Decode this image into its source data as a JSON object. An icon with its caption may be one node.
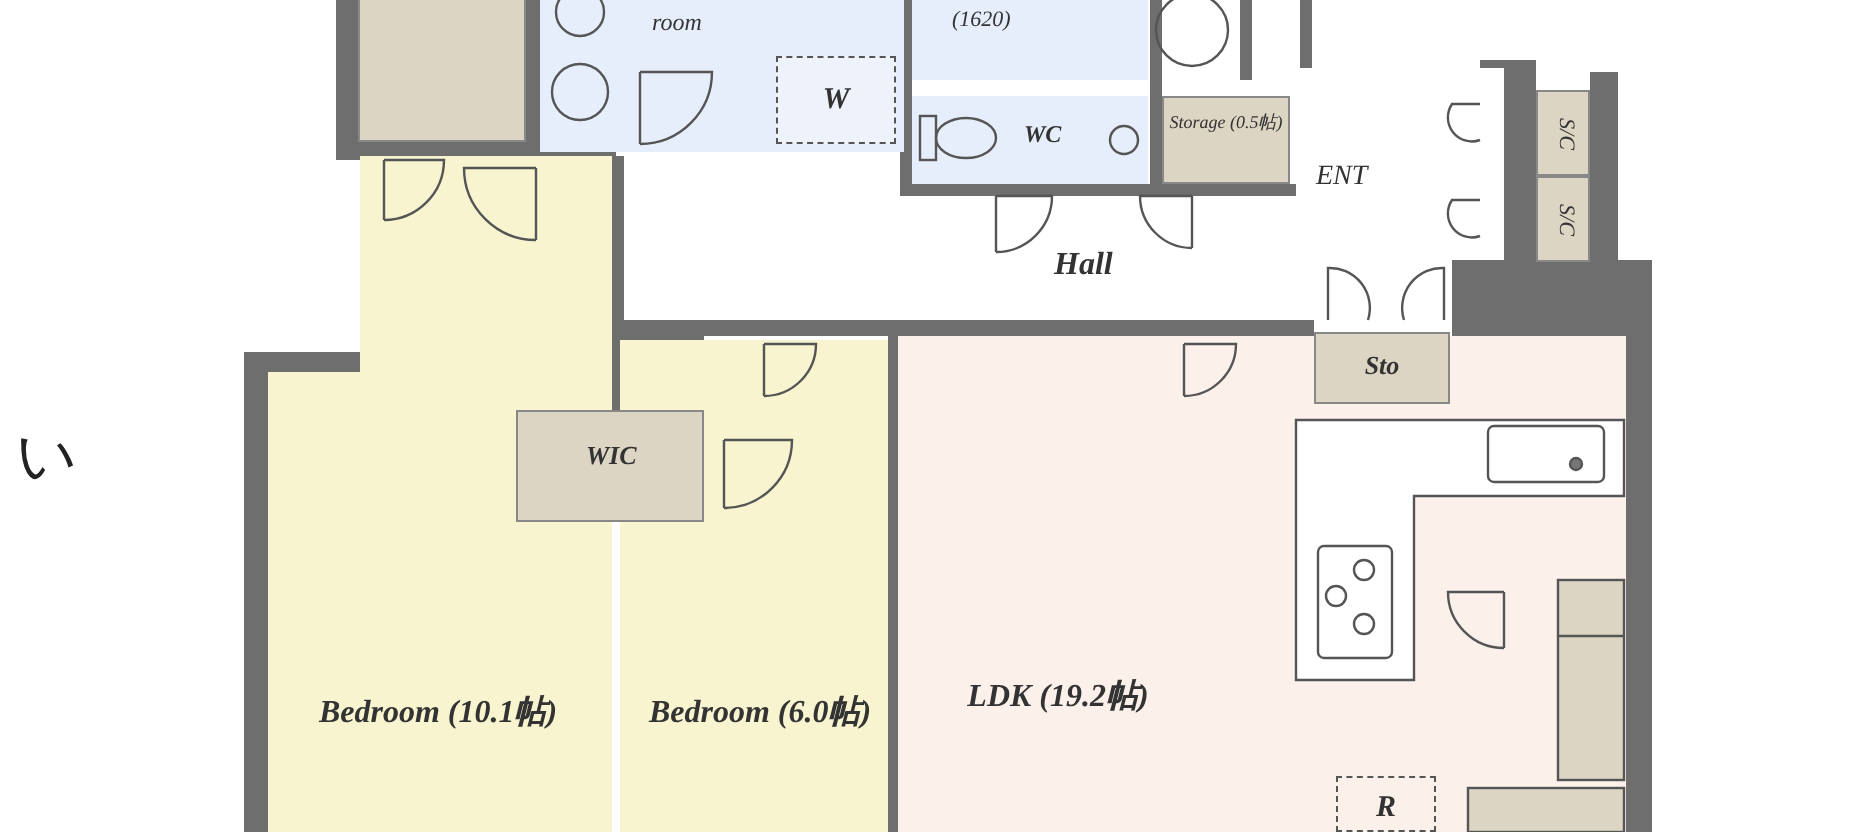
{
  "diagram": {
    "nodes": [
      {
        "text": [],
        "shape": "box"
      },
      {
        "text": [
          "room"
        ]
      },
      {
        "text": [
          "W"
        ],
        "in": 1
      },
      {
        "text": [
          "(1620)"
        ]
      },
      {
        "text": [
          "WC"
        ]
      },
      {
        "text": [
          "Storage (0.5帖)"
        ]
      },
      {
        "text": [
          "ENT"
        ]
      },
      {
        "text": [
          "S/C"
        ]
      },
      {
        "text": [
          "S/C"
        ]
      },
      {
        "text": [
          "Hall"
        ]
      },
      {
        "text": [
          "Sto"
        ],
        "in": 14
      },
      {
        "text": [
          "Bedroom (10.1帖)"
        ]
      },
      {
        "text": [
          "WIC"
        ]
      },
      {
        "text": [
          "Bedroom (6.0帖)"
        ]
      },
      {
        "text": [
          "LDK (19.2帖)"
        ]
      },
      {
        "text": [
          "R"
        ],
        "in": 14
      }
    ],
    "labels": [
      "い"
    ]
  }
}
